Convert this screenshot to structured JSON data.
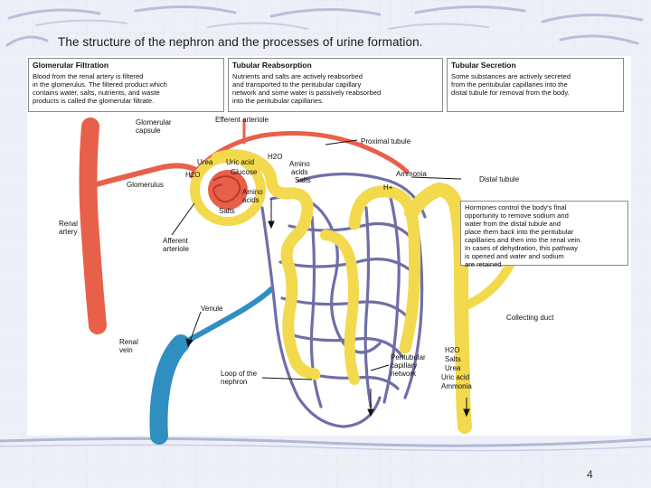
{
  "slide": {
    "title": "The structure of the nephron and the processes of urine formation.",
    "page_number": "4"
  },
  "boxes": [
    {
      "heading": "Glomerular Filtration",
      "lines": [
        "Blood from the renal artery is filtered",
        "in the glomerulus. The filtered product which",
        "contains water, salts, nutrients, and waste",
        "products is called the glomerular filtrate."
      ]
    },
    {
      "heading": "Tubular Reabsorption",
      "lines": [
        "Nutrients and salts are actively reabsorbed",
        "and transported to the peritubular capillary",
        "network and some water is passively reabsorbed",
        "into the peritubular capillaries."
      ]
    },
    {
      "heading": "Tubular Secretion",
      "lines": [
        "Some substances are actively secreted",
        "from the peritubular capillaries into the",
        "distal tubule for removal from the body."
      ]
    }
  ],
  "hormone_note": {
    "lines": [
      "Hormones control the body's final",
      "opportunity to remove sodium and",
      "water from the distal tubule and",
      "place them back into the peritubular",
      "capillaries and then into the renal vein.",
      "In cases of dehydration, this pathway",
      "is opened and water and sodium",
      "are retained."
    ]
  },
  "labels": {
    "glomerular_capsule": [
      "Glomerular",
      "capsule"
    ],
    "efferent_arteriole": "Efferent arteriole",
    "proximal_tubule": "Proximal tubule",
    "glomerulus": "Glomerulus",
    "renal_artery": [
      "Renal",
      "artery"
    ],
    "afferent_arteriole": [
      "Afferent",
      "arteriole"
    ],
    "distal_tubule": "Distal tubule",
    "venule": "Venule",
    "collecting_duct": "Collecting duct",
    "renal_vein": [
      "Renal",
      "vein"
    ],
    "peritubular_network": [
      "Peritubular",
      "capillary",
      "network"
    ],
    "loop_of_nephron": [
      "Loop of the",
      "nephron"
    ],
    "ammonia": "Ammonia",
    "h_plus": "H+"
  },
  "substances": {
    "h2o_top": "H2O",
    "amino_acids_top": [
      "Amino",
      "acids"
    ],
    "salts_top": "Salts",
    "urea": "Urea",
    "uric_acid": "Uric acid",
    "glucose": "Glucose",
    "h2o_left": "H2O",
    "amino_acids_mid": [
      "Amino",
      "acids"
    ],
    "salts_mid": "Salts",
    "urine_contents": [
      "H2O",
      "Salts",
      "Urea",
      "Uric acid",
      "Ammonia"
    ]
  },
  "colors": {
    "artery": "#e8604a",
    "vein": "#2f8fc0",
    "tubule": "#f2d94e",
    "capillary": "#6f6fa6"
  }
}
